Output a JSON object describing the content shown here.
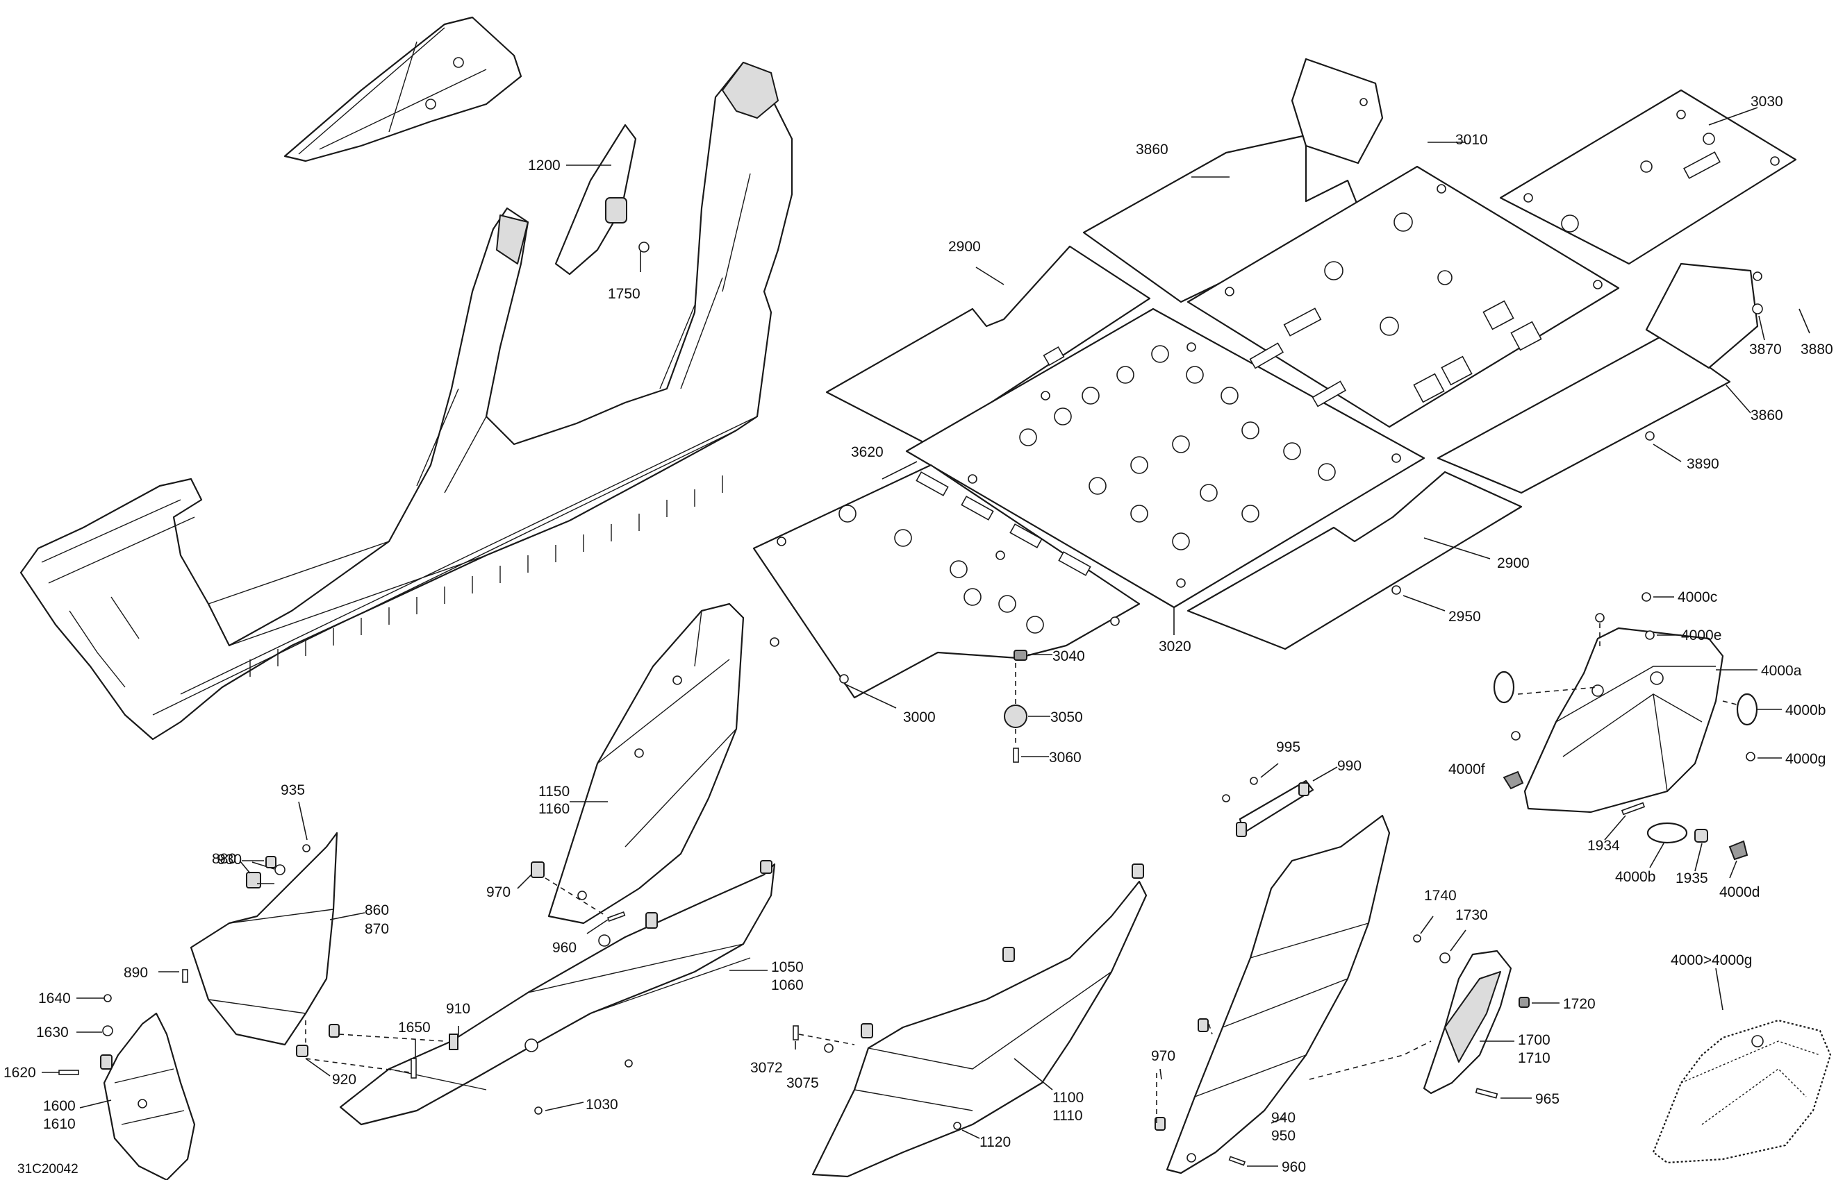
{
  "figure_ref": "31C20042",
  "callouts": {
    "c1200": "1200",
    "c1750": "1750",
    "c3860a": "3860",
    "c3010": "3010",
    "c3030": "3030",
    "c2900a": "2900",
    "c3870": "3870",
    "c3880": "3880",
    "c3860b": "3860",
    "c3620": "3620",
    "c3890": "3890",
    "c2900b": "2900",
    "c2950": "2950",
    "c3020": "3020",
    "c3040": "3040",
    "c3000": "3000",
    "c3050": "3050",
    "c3060": "3060",
    "c4000c": "4000c",
    "c4000e": "4000e",
    "c4000a": "4000a",
    "c4000b1": "4000b",
    "c4000g": "4000g",
    "c4000f": "4000f",
    "c1934": "1934",
    "c4000b2": "4000b",
    "c1935": "1935",
    "c4000d": "4000d",
    "c1150": "1150",
    "c1160": "1160",
    "c970a": "970",
    "c960a": "960",
    "c995": "995",
    "c990": "990",
    "c930": "930",
    "c935": "935",
    "c880": "880",
    "c860": "860",
    "c870": "870",
    "c890": "890",
    "c910": "910",
    "c1650": "1650",
    "c920": "920",
    "c1050": "1050",
    "c1060": "1060",
    "c1030": "1030",
    "c1640": "1640",
    "c1630": "1630",
    "c1620": "1620",
    "c1600": "1600",
    "c1610": "1610",
    "c3072": "3072",
    "c3075": "3075",
    "c1100": "1100",
    "c1110": "1110",
    "c1120": "1120",
    "c970b": "970",
    "c940": "940",
    "c950": "950",
    "c960b": "960",
    "c1740": "1740",
    "c1730": "1730",
    "c1720": "1720",
    "c1700": "1700",
    "c1710": "1710",
    "c965": "965",
    "c4000range": "4000>4000g"
  }
}
